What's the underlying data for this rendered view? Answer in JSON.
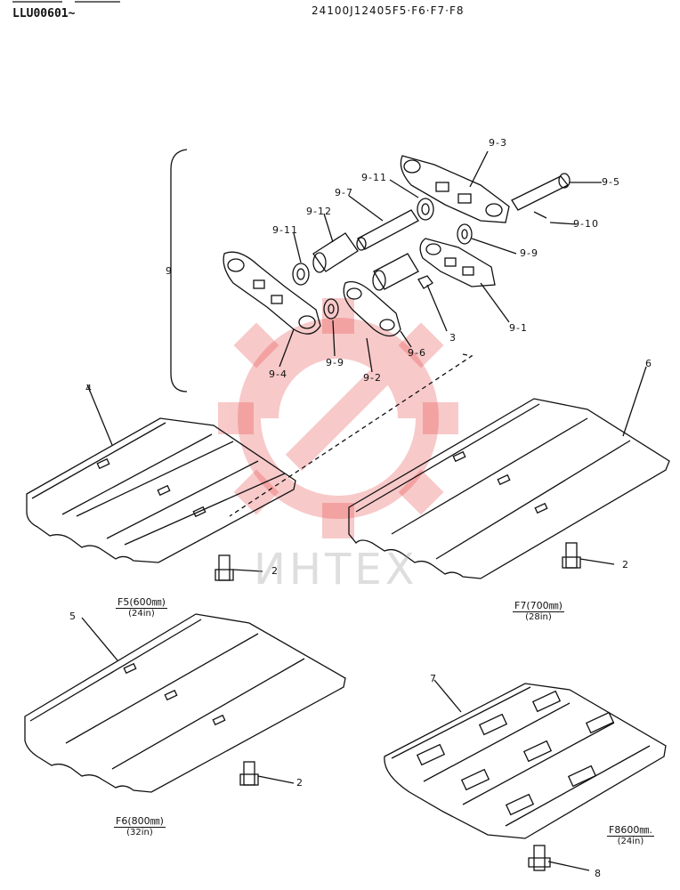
{
  "header": {
    "serial": "LLU00601~",
    "part_number": "24100J12405F5·F6·F7·F8"
  },
  "brand": {
    "watermark": "ИНТЕХ",
    "watermark_color": "#e84040"
  },
  "callouts": {
    "c9_3": "9-3",
    "c9_11a": "9-11",
    "c9_5": "9-5",
    "c9_7": "9-7",
    "c9_12": "9-12",
    "c9_10": "9-10",
    "c9_11b": "9-11",
    "c9_9a": "9-9",
    "c9": "9",
    "c3": "3",
    "c9_1": "9-1",
    "c9_6": "9-6",
    "c9_9b": "9-9",
    "c9_4": "9-4",
    "c9_2": "9-2",
    "c4": "4",
    "c6": "6",
    "c2a": "2",
    "c2b": "2",
    "c5": "5",
    "c7": "7",
    "c2c": "2",
    "c8": "8"
  },
  "captions": {
    "f5": {
      "code": "F5",
      "size": "(600㎜)",
      "inch": "(24in)"
    },
    "f7": {
      "code": "F7",
      "size": "(700㎜)",
      "inch": "(28in)"
    },
    "f6": {
      "code": "F6",
      "size": "(800㎜)",
      "inch": "(32in)"
    },
    "f8": {
      "code": "F8",
      "size": "600㎜.",
      "inch": "(24in)"
    }
  }
}
